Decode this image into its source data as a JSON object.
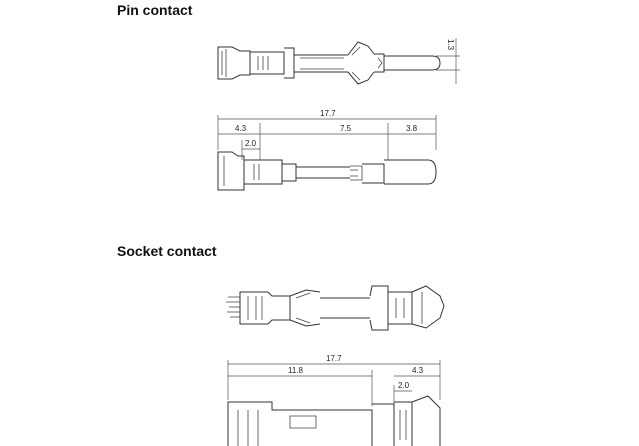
{
  "pin_section": {
    "title": "Pin contact",
    "side_view": {
      "height_dim": "1.3"
    },
    "dimensioned_view": {
      "overall": "17.7",
      "crimp": "4.3",
      "middle": "7.5",
      "tip": "3.8",
      "insulation": "2.0"
    }
  },
  "socket_section": {
    "title": "Socket contact",
    "dimensioned_view": {
      "overall": "17.7",
      "body": "11.8",
      "crimp": "4.3",
      "insulation": "2.0"
    }
  },
  "colors": {
    "line": "#333333",
    "text": "#111111",
    "background": "#ffffff"
  }
}
